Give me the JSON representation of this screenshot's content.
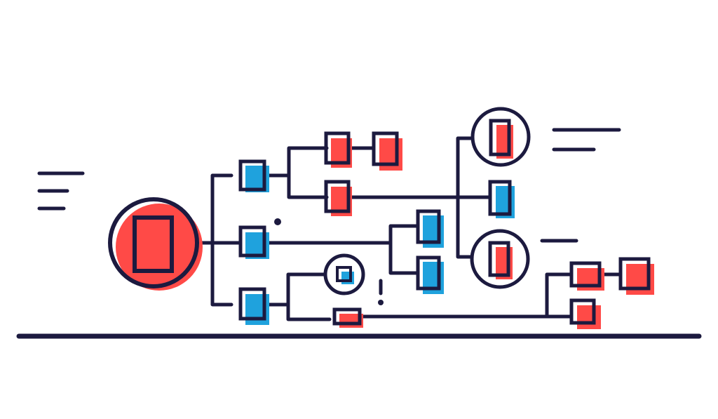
{
  "illustration": {
    "style": "flat line-art tree diagram",
    "colors": {
      "stroke": "#1c1a3f",
      "red": "#ff4a47",
      "blue": "#1fa2dd",
      "background": "#ffffff"
    },
    "nodes": [
      {
        "name": "root-node-circle",
        "fill": "red",
        "in_circle": true
      },
      {
        "name": "level1-node-top",
        "fill": "blue"
      },
      {
        "name": "level1-node-middle",
        "fill": "blue"
      },
      {
        "name": "level1-node-bottom",
        "fill": "blue"
      },
      {
        "name": "level2-node-top-a",
        "fill": "red"
      },
      {
        "name": "level2-node-top-a-child",
        "fill": "red"
      },
      {
        "name": "level2-node-top-b",
        "fill": "red"
      },
      {
        "name": "level2-node-middle-a",
        "fill": "blue"
      },
      {
        "name": "level2-node-middle-b",
        "fill": "blue"
      },
      {
        "name": "circle-node-small",
        "fill": "blue",
        "in_circle": true
      },
      {
        "name": "small-wide-node",
        "fill": "red"
      },
      {
        "name": "circle-node-top-right",
        "fill": "red",
        "in_circle": true
      },
      {
        "name": "right-blue-node",
        "fill": "blue"
      },
      {
        "name": "circle-node-mid-right",
        "fill": "red",
        "in_circle": true
      },
      {
        "name": "far-right-node-a",
        "fill": "red"
      },
      {
        "name": "far-right-node-b",
        "fill": "red"
      },
      {
        "name": "far-right-node-c",
        "fill": "red"
      }
    ]
  }
}
